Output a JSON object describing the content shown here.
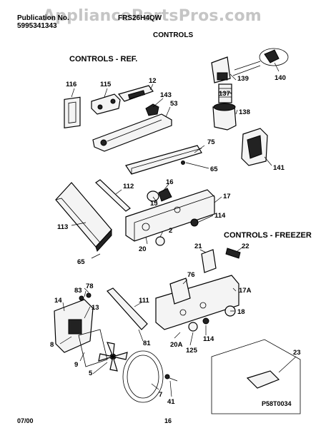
{
  "header": {
    "publication_label": "Publication No.",
    "publication_number": "5995341343",
    "model": "FRS26H4QW",
    "section_title": "CONTROLS"
  },
  "watermark": "AppliancePartsPros.com",
  "sections": {
    "refrigerator": "CONTROLS - REF.",
    "freezer": "CONTROLS - FREEZER"
  },
  "part_labels": [
    "116",
    "115",
    "12",
    "143",
    "53",
    "139",
    "137",
    "138",
    "140",
    "141",
    "75",
    "65",
    "112",
    "16",
    "15",
    "17",
    "114",
    "2",
    "113",
    "20",
    "65",
    "21",
    "22",
    "76",
    "17A",
    "18",
    "83",
    "78",
    "111",
    "14",
    "13",
    "81",
    "20A",
    "125",
    "114",
    "8",
    "9",
    "5",
    "7",
    "41",
    "23"
  ],
  "footer": {
    "date": "07/00",
    "page": "16",
    "drawing_number": "P58T0034"
  },
  "colors": {
    "ink": "#000000",
    "paper": "#ffffff",
    "watermark": "#969696"
  }
}
